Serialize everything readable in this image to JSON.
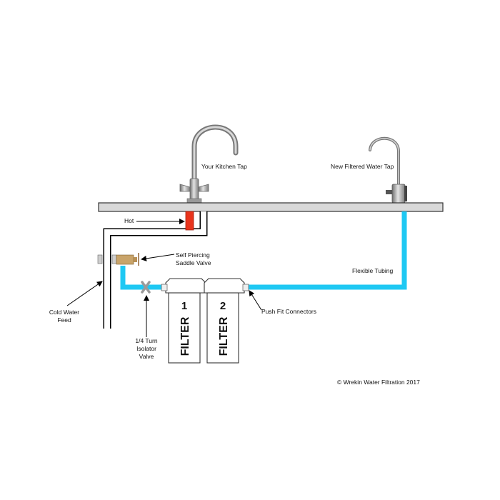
{
  "labels": {
    "kitchen_tap": "Your Kitchen Tap",
    "filtered_tap": "New Filtered Water Tap",
    "hot": "Hot",
    "saddle_valve_line1": "Self Piercing",
    "saddle_valve_line2": "Saddle Valve",
    "flexible_tubing": "Flexible Tubing",
    "push_fit": "Push Fit Connectors",
    "cold_feed_line1": "Cold Water",
    "cold_feed_line2": "Feed",
    "isolator_line1": "1/4 Turn",
    "isolator_line2": "Isolator",
    "isolator_line3": "Valve",
    "copyright": "© Wrekin Water Filtration 2017"
  },
  "filters": [
    {
      "number": "1",
      "text": "FILTER"
    },
    {
      "number": "2",
      "text": "FILTER"
    }
  ],
  "colors": {
    "water_tubing": "#1ec8f3",
    "hot_pipe": "#e8341c",
    "worktop": "#d9d9d9",
    "saddle_valve": "#c9a46a",
    "chrome": "#a8a8a8"
  }
}
